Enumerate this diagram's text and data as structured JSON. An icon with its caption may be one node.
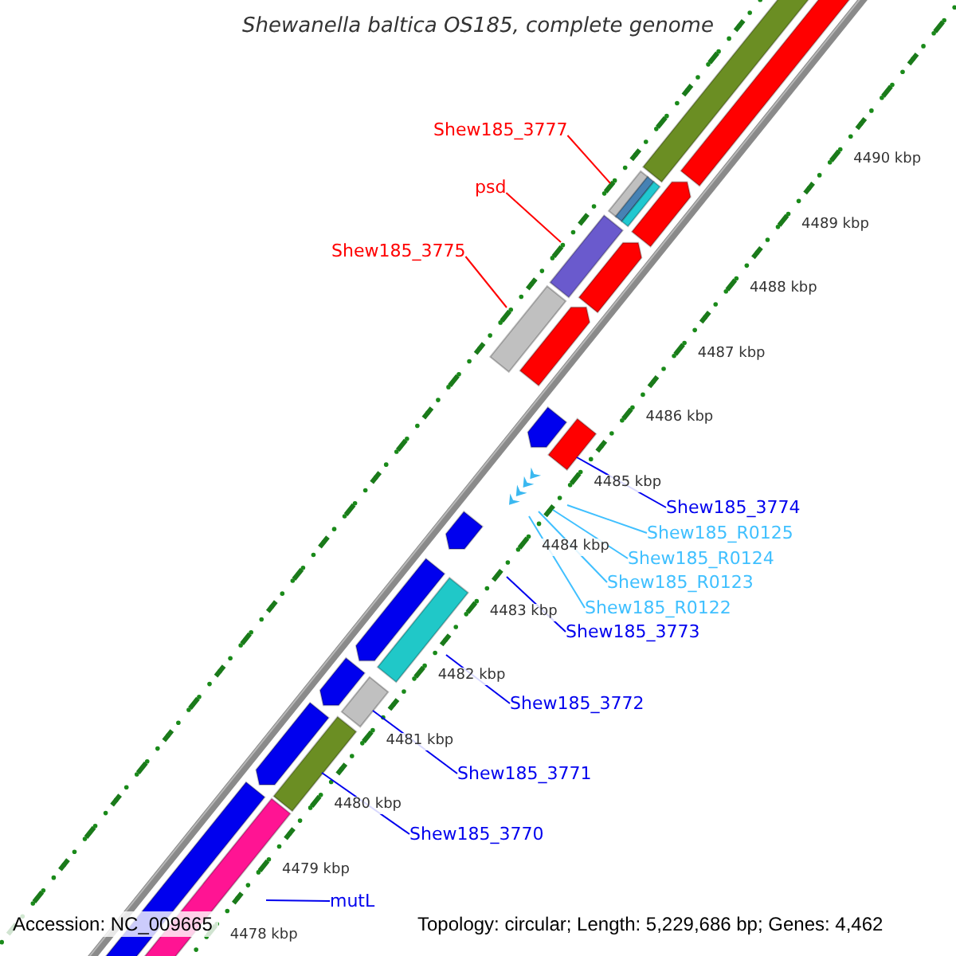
{
  "diagram": {
    "title": "Shewanella baltica OS185, complete genome",
    "nodes": [
      {
        "text": [
          "Shew185_3777"
        ]
      },
      {
        "text": [
          "psd"
        ]
      },
      {
        "text": [
          "Shew185_3775"
        ]
      },
      {
        "text": [
          "Shew185_3774"
        ]
      },
      {
        "text": [
          "Shew185_R0125"
        ]
      },
      {
        "text": [
          "Shew185_R0124"
        ]
      },
      {
        "text": [
          "Shew185_R0123"
        ]
      },
      {
        "text": [
          "Shew185_R0122"
        ]
      },
      {
        "text": [
          "Shew185_3773"
        ]
      },
      {
        "text": [
          "Shew185_3772"
        ]
      },
      {
        "text": [
          "Shew185_3771"
        ]
      },
      {
        "text": [
          "Shew185_3770"
        ]
      },
      {
        "text": [
          "mutL"
        ]
      }
    ],
    "edges": [
      {
        "from": 0,
        "to": null,
        "arrow": "none",
        "color": "#ff0000"
      },
      {
        "from": 1,
        "to": null,
        "arrow": "none",
        "color": "#ff0000"
      },
      {
        "from": 2,
        "to": null,
        "arrow": "none",
        "color": "#ff0000"
      },
      {
        "from": 3,
        "to": null,
        "arrow": "none"
      },
      {
        "from": 4,
        "to": null,
        "arrow": "none",
        "color": "#40c0ff"
      },
      {
        "from": 5,
        "to": null,
        "arrow": "none",
        "color": "#40c0ff"
      },
      {
        "from": 6,
        "to": null,
        "arrow": "none",
        "color": "#40c0ff"
      },
      {
        "from": 7,
        "to": null,
        "arrow": "none",
        "color": "#40c0ff"
      },
      {
        "from": 8,
        "to": null,
        "arrow": "none"
      },
      {
        "from": 9,
        "to": null,
        "arrow": "none"
      },
      {
        "from": 10,
        "to": null,
        "arrow": "none"
      },
      {
        "from": 11,
        "to": null,
        "arrow": "none"
      },
      {
        "from": 12,
        "to": null,
        "arrow": "none"
      }
    ],
    "labels": [
      "4490 kbp",
      "4489 kbp",
      "4488 kbp",
      "4487 kbp",
      "4486 kbp",
      "4485 kbp",
      "4484 kbp",
      "4483 kbp",
      "4482 kbp",
      "4481 kbp",
      "4480 kbp",
      "4479 kbp",
      "4478 kbp",
      "Accession: NC_009665",
      "Topology: circular; Length: 5,229,686 bp; Genes: 4,462"
    ]
  }
}
